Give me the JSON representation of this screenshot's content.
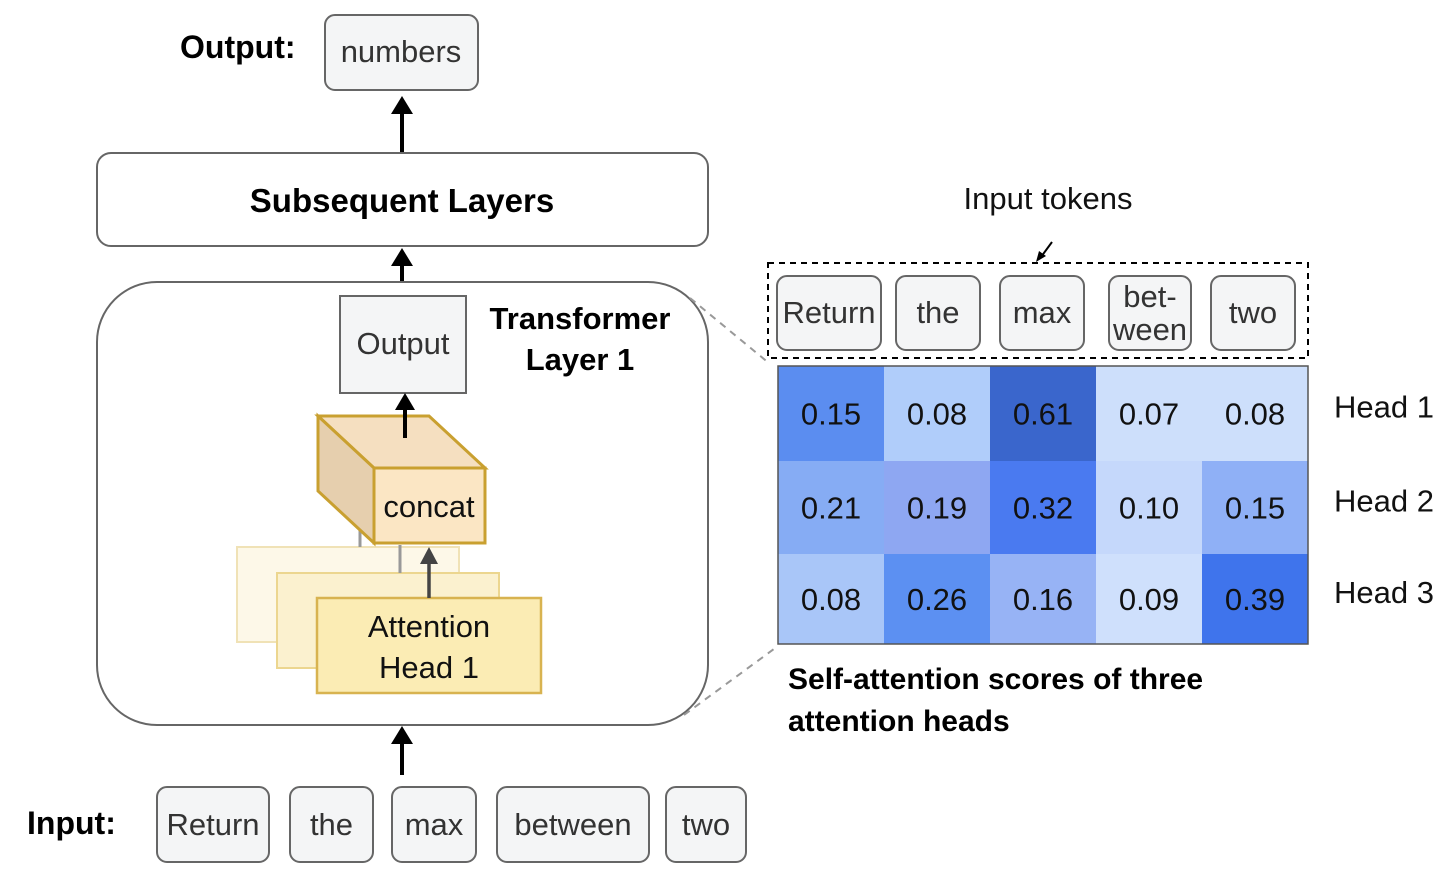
{
  "output": {
    "label": "Output:",
    "token": "numbers"
  },
  "subsequent_layers": "Subsequent Layers",
  "transformer_layer": {
    "title_line1": "Transformer",
    "title_line2": "Layer 1",
    "output_box": "Output",
    "concat": "concat",
    "attention_head_line1": "Attention",
    "attention_head_line2": "Head 1"
  },
  "input": {
    "label": "Input:",
    "tokens": [
      "Return",
      "the",
      "max",
      "between",
      "two"
    ]
  },
  "attention_panel": {
    "tokens_label": "Input tokens",
    "tokens": [
      {
        "line1": "Return",
        "line2": ""
      },
      {
        "line1": "the",
        "line2": ""
      },
      {
        "line1": "max",
        "line2": ""
      },
      {
        "line1": "bet-",
        "line2": "ween"
      },
      {
        "line1": "two",
        "line2": ""
      }
    ],
    "heads": [
      {
        "name": "Head 1",
        "scores": [
          "0.15",
          "0.08",
          "0.61",
          "0.07",
          "0.08"
        ],
        "colors": [
          "#5b8df0",
          "#b0cdfa",
          "#3a66cc",
          "#cddffb",
          "#cddffb"
        ]
      },
      {
        "name": "Head 2",
        "scores": [
          "0.21",
          "0.19",
          "0.32",
          "0.10",
          "0.15"
        ],
        "colors": [
          "#86acf4",
          "#8ea7f2",
          "#4a7af0",
          "#c5d8fb",
          "#8fb0f6"
        ]
      },
      {
        "name": "Head 3",
        "scores": [
          "0.08",
          "0.26",
          "0.16",
          "0.09",
          "0.39"
        ],
        "colors": [
          "#a9c6f8",
          "#5c90f2",
          "#97b3f5",
          "#cfe0fc",
          "#3f74ec"
        ]
      }
    ],
    "caption_line1": "Self-attention scores of three",
    "caption_line2": "attention heads"
  }
}
